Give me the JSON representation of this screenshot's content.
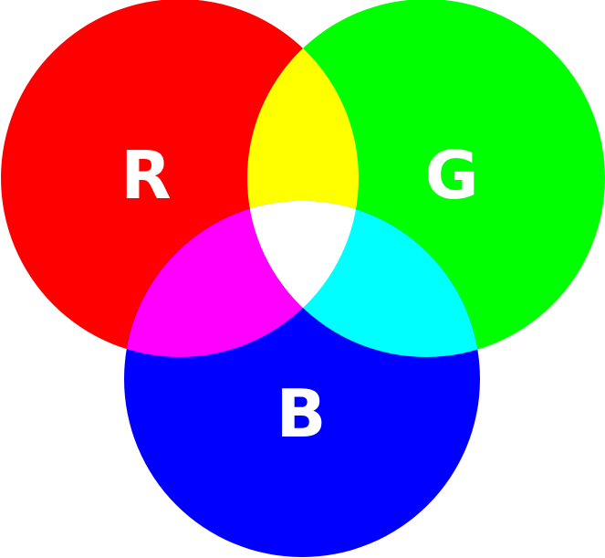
{
  "labels": {
    "red": "R",
    "green": "G",
    "blue": "B"
  },
  "colors": {
    "red": "#ff0000",
    "green": "#00ff00",
    "blue": "#0000ff",
    "yellow": "#ffff00",
    "magenta": "#ff00ff",
    "cyan": "#00ffff",
    "white": "#ffffff"
  }
}
